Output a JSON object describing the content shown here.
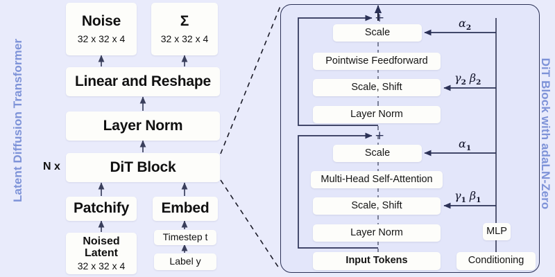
{
  "figure": {
    "left_panel_label": "Latent Diffusion Transformer",
    "right_panel_label": "DiT Block with adaLN-Zero",
    "repeat_label": "N x",
    "accent_color": "#7e93d8",
    "line_color": "#2b3156",
    "background_color": "#e9ebfb",
    "panel_background_color": "#e3e6fa",
    "node_background_color": "#fdfdfa"
  },
  "left_panel": {
    "nodes": {
      "noise": {
        "title": "Noise",
        "shape": "32 x 32 x 4"
      },
      "sigma": {
        "title": "Σ",
        "shape": "32 x 32 x 4"
      },
      "linear_reshape": {
        "title": "Linear and Reshape"
      },
      "layer_norm": {
        "title": "Layer Norm"
      },
      "dit_block": {
        "title": "DiT Block"
      },
      "patchify": {
        "title": "Patchify"
      },
      "embed": {
        "title": "Embed"
      },
      "noised_latent": {
        "title_line1": "Noised",
        "title_line2": "Latent",
        "shape": "32 x 32 x 4"
      },
      "timestep": {
        "title": "Timestep t"
      },
      "label_y": {
        "title": "Label y"
      }
    }
  },
  "right_panel": {
    "nodes": {
      "scale_2": "Scale",
      "pointwise_feedforward": "Pointwise Feedforward",
      "scale_shift_2": "Scale, Shift",
      "layer_norm_2": "Layer Norm",
      "scale_1": "Scale",
      "multi_head_self_attention": "Multi-Head Self-Attention",
      "scale_shift_1": "Scale, Shift",
      "layer_norm_1": "Layer Norm",
      "input_tokens": "Input Tokens",
      "mlp": "MLP",
      "conditioning": "Conditioning"
    },
    "parameters": {
      "alpha_2": "α",
      "alpha_2_sub": "2",
      "gamma_beta_2_g": "γ",
      "gamma_beta_2_gsub": "2",
      "gamma_beta_2_b": "β",
      "gamma_beta_2_bsub": "2",
      "alpha_1": "α",
      "alpha_1_sub": "1",
      "gamma_beta_1_g": "γ",
      "gamma_beta_1_gsub": "1",
      "gamma_beta_1_b": "β",
      "gamma_beta_1_bsub": "1"
    },
    "operators": {
      "residual_add_2": "+",
      "residual_add_1": "+"
    }
  }
}
